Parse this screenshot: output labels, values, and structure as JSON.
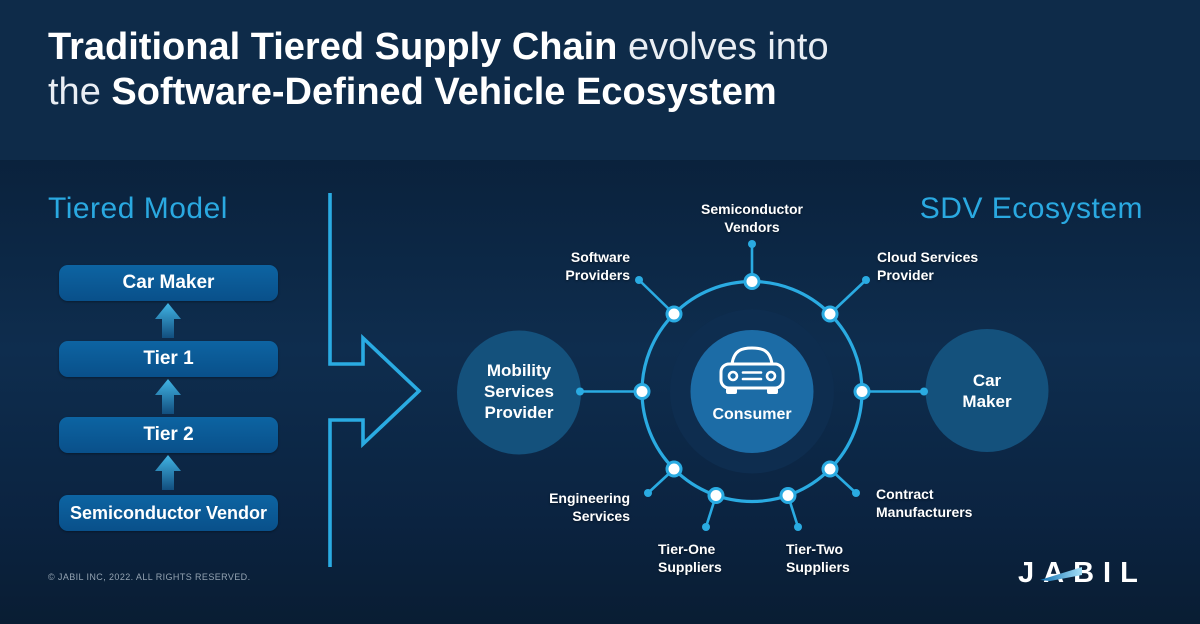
{
  "header": {
    "line1_bold": "Traditional Tiered Supply Chain",
    "line1_rest": " evolves into",
    "line2_lead": "the ",
    "line2_bold": "Software-Defined Vehicle Ecosystem"
  },
  "tiered_model": {
    "title": "Tiered Model",
    "levels": [
      "Car Maker",
      "Tier 1",
      "Tier 2",
      "Semiconductor Vendor"
    ]
  },
  "sdv_ecosystem": {
    "title": "SDV Ecosystem",
    "center_label": "Consumer",
    "center_icon": "car-front-icon",
    "spoke_labels": {
      "semiconductor_vendors": "Semiconductor\nVendors",
      "cloud_services_provider": "Cloud Services\nProvider",
      "contract_manufacturers": "Contract\nManufacturers",
      "tier_two_suppliers": "Tier-Two\nSuppliers",
      "tier_one_suppliers": "Tier-One\nSuppliers",
      "engineering_services": "Engineering\nServices",
      "software_providers": "Software\nProviders"
    },
    "hub_labels": {
      "mobility_services_provider": "Mobility\nServices\nProvider",
      "car_maker": "Car\nMaker"
    }
  },
  "footer": {
    "copyright": "© JABIL INC, 2022. ALL RIGHTS RESERVED.",
    "logo_text": "JABIL"
  },
  "colors": {
    "accent": "#2aabe2",
    "section_title": "#2aa9e1",
    "tier_box_top": "#0d64a2",
    "tier_box_bottom": "#09508a",
    "hub_circle": "#14517c",
    "center_disk": "#0e2d4f",
    "center_core": "#1c6ca6",
    "header_bg": "#0e2b49",
    "background_top": "#081a2e"
  }
}
